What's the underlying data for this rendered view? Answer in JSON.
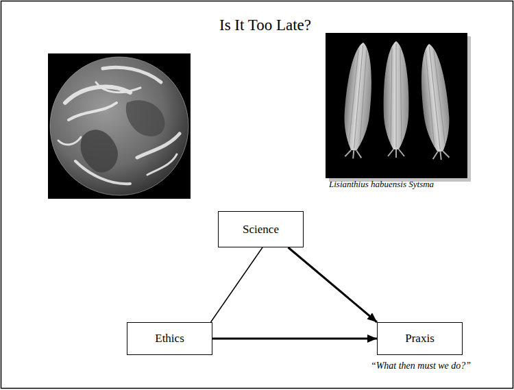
{
  "diagram": {
    "title": "Is It Too Late?",
    "nodes": [
      {
        "text": [
          "Science"
        ]
      },
      {
        "text": [
          "Ethics"
        ]
      },
      {
        "text": [
          "Praxis"
        ]
      }
    ],
    "edges": [
      {
        "from": 0,
        "to": 1,
        "arrow": "none"
      },
      {
        "from": 0,
        "to": 2,
        "arrow": "to"
      },
      {
        "from": 1,
        "to": 2,
        "arrow": "to"
      }
    ],
    "labels": [
      "Lisianthius habuensis Sytsma",
      "“What then must we do?”"
    ]
  }
}
